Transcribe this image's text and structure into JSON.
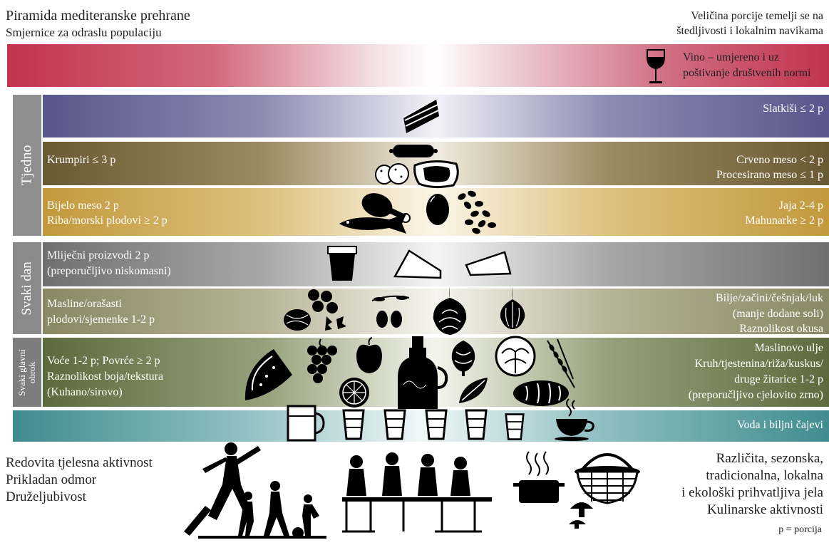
{
  "header": {
    "title": "Piramida mediteranske prehrane",
    "subtitle": "Smjernice za odraslu populaciju",
    "portion_note_line1": "Veličina porcije temelji se na",
    "portion_note_line2": "štedljivosti i lokalnim navikama"
  },
  "wine": {
    "line1": "Vino – umjereno i uz",
    "line2": "poštivanje društvenih normi"
  },
  "side_labels": {
    "weekly": "Tjedno",
    "daily": "Svaki dan",
    "meal": "Svaki glavni obrok"
  },
  "weekly": {
    "sweets": "Slatkiši ≤ 2 p",
    "potatoes": "Krumpiri ≤ 3 p",
    "red_meat": "Crveno meso < 2 p",
    "processed_meat": "Procesirano meso ≤ 1 p",
    "white_meat": "Bijelo meso 2 p",
    "fish": "Riba/morski plodovi ≥ 2 p",
    "eggs": "Jaja 2-4 p",
    "legumes": "Mahunarke ≥ 2 p"
  },
  "daily": {
    "dairy_line1": "Mliječni proizvodi 2 p",
    "dairy_line2": "(preporučljivo niskomasni)",
    "nuts_line1": "Masline/orašasti",
    "nuts_line2": "plodovi/sjemenke 1-2 p",
    "herbs_line1": "Bilje/začini/češnjak/luk",
    "herbs_line2": "(manje dodane soli)",
    "herbs_line3": "Raznolikost okusa"
  },
  "meal": {
    "fruit_line1": "Voće 1-2 p; Povrće ≥ 2 p",
    "fruit_line2": "Raznolikost boja/tekstura",
    "fruit_line3": "(Kuhano/sirovo)",
    "oil": "Maslinovo ulje",
    "grains_line1": "Kruh/tjestenina/riža/kuskus/",
    "grains_line2": "druge žitarice 1-2 p",
    "grains_line3": "(preporučljivo cjelovito zrno)"
  },
  "water": "Voda i biljni čajevi",
  "lifestyle": {
    "line1": "Redovita tjelesna aktivnost",
    "line2": "Prikladan odmor",
    "line3": "Druželjubivost"
  },
  "food_culture": {
    "line1": "Različita, sezonska,",
    "line2": "tradicionalna, lokalna",
    "line3": "i ekološki prihvatljiva jela",
    "line4": "Kulinarske aktivnosti"
  },
  "footnote": "p = porcija",
  "icons": [
    "wine-glass-icon",
    "cake-icon",
    "sausage-icon",
    "potato-icon",
    "steak-icon",
    "chicken-leg-icon",
    "egg-icon",
    "beans-icon",
    "fish-icon",
    "yogurt-icon",
    "cheese-icon",
    "walnut-icon",
    "olive-icon",
    "onion-icon",
    "garlic-icon",
    "watermelon-icon",
    "grapes-icon",
    "apple-icon",
    "orange-slice-icon",
    "oil-jug-icon",
    "artichoke-icon",
    "cabbage-icon",
    "wheat-icon",
    "bread-icon",
    "water-jug-icon",
    "water-glass-icon",
    "tea-cup-icon",
    "people-exercise-icon",
    "people-dining-icon",
    "cooking-pot-icon",
    "basket-icon"
  ]
}
